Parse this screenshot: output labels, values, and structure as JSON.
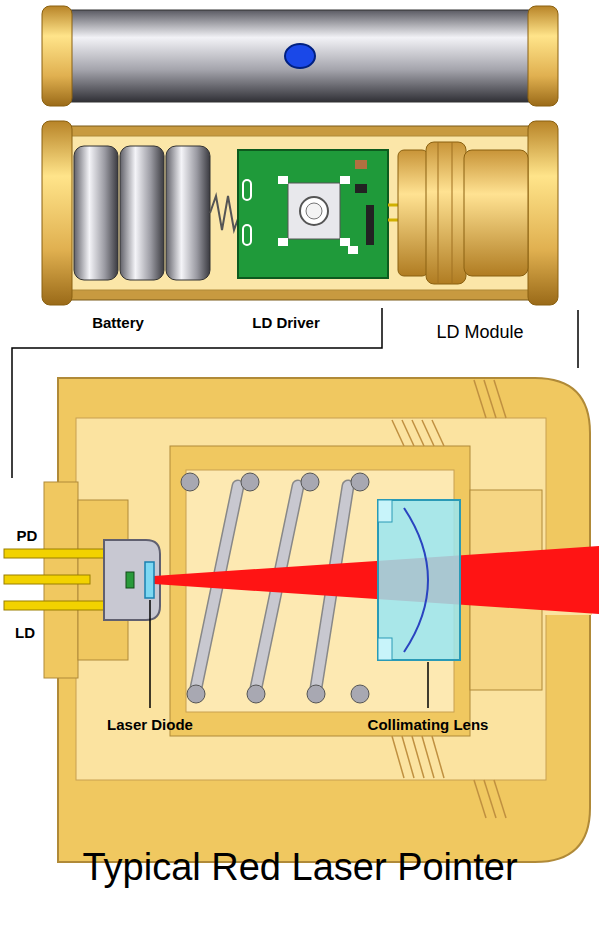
{
  "diagram": {
    "title": "Typical Red Laser Pointer",
    "labels": [
      "Battery",
      "LD Driver",
      "LD Module",
      "PD",
      "LD",
      "Laser Diode",
      "Collimating Lens"
    ]
  }
}
